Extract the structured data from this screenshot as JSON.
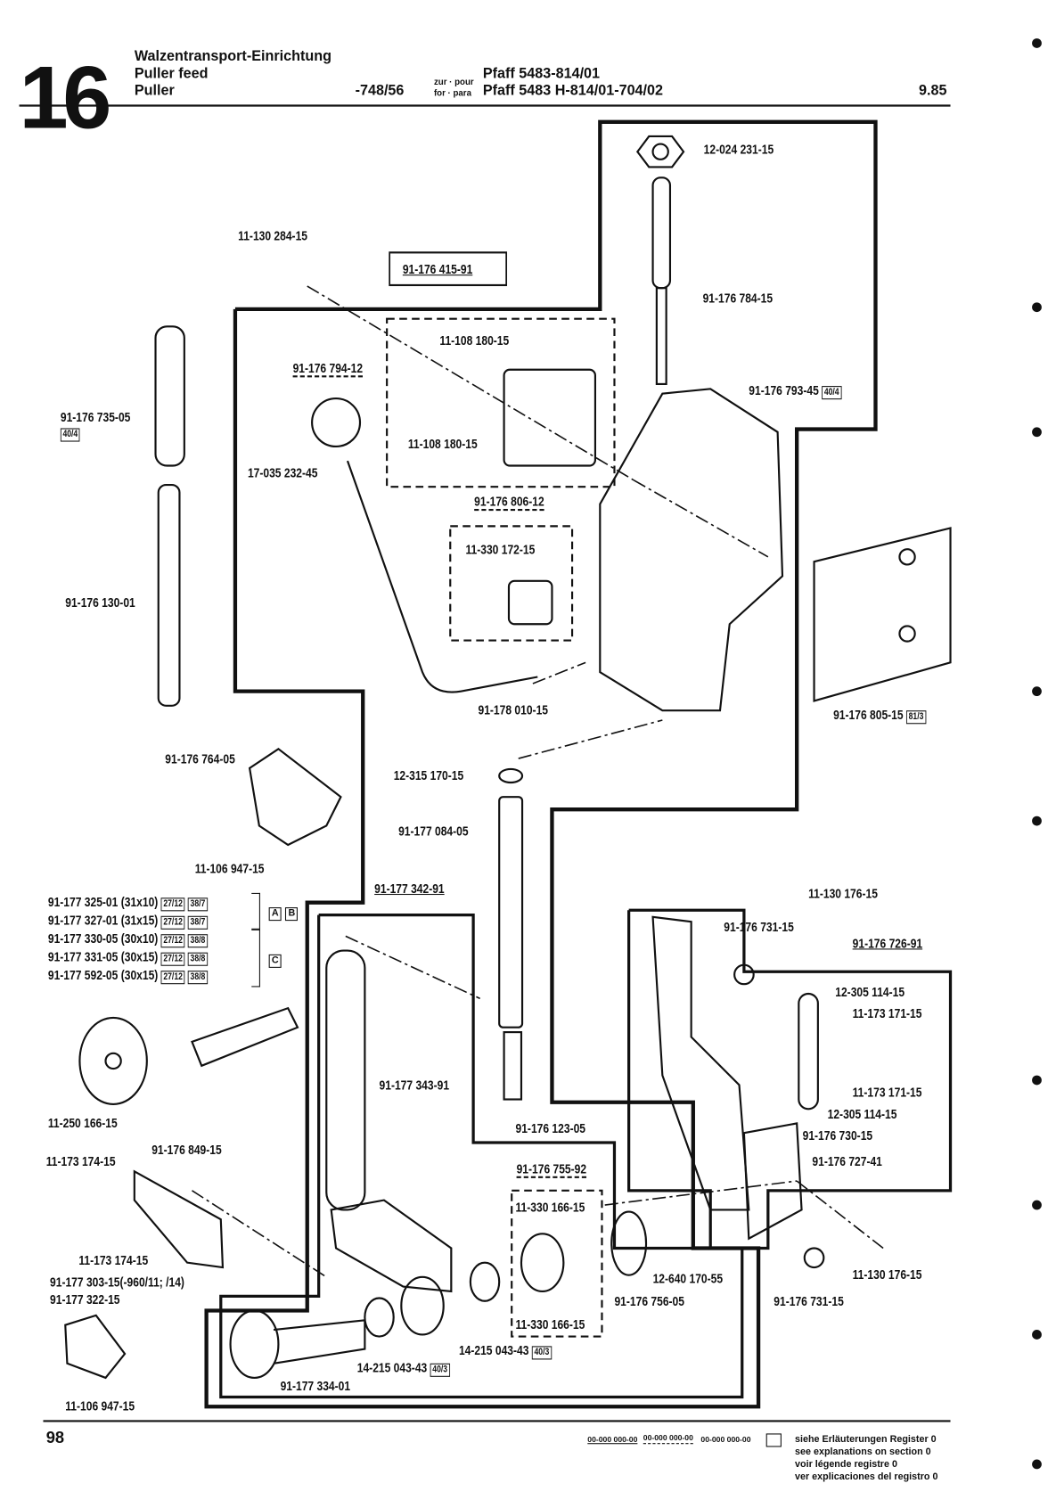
{
  "header": {
    "section_number": "16",
    "title_de": "Walzentransport-Einrichtung",
    "title_en": "Puller feed",
    "title_fr": "Puller",
    "serial": "-748/56",
    "zur_pour": "zur · pour",
    "for_para": "for · para",
    "model_1": "Pfaff 5483-814/01",
    "model_2": "Pfaff 5483 H-814/01-704/02",
    "date": "9.85"
  },
  "labels": [
    "12-024 231-15",
    "11-130 284-15",
    "91-176 784-15",
    "11-108 180-15",
    "11-108 180-15",
    "17-035 232-45",
    "11-330 172-15",
    "91-176 130-01",
    "91-178 010-15",
    "91-176 764-05",
    "12-315 170-15",
    "91-177 084-05",
    "11-106 947-15",
    "11-130 176-15",
    "91-176 731-15",
    "12-305 114-15",
    "11-173 171-15",
    "91-177 343-91",
    "11-173 171-15",
    "12-305 114-15",
    "11-250 166-15",
    "91-176 123-05",
    "91-176 730-15",
    "91-176 849-15",
    "11-173 174-15",
    "91-176 727-41",
    "11-330 166-15",
    "11-173 174-15",
    "12-640 170-55",
    "11-130 176-15",
    "91-177 303-15(-960/11; /14)",
    "91-177 322-15",
    "91-176 756-05",
    "91-176 731-15",
    "11-330 166-15",
    "91-177 334-01",
    "11-106 947-15"
  ],
  "assemblies": {
    "a1": "91-176 415-91",
    "a2": "91-176 794-12",
    "a3": "91-176 806-12",
    "a4": "91-177 342-91",
    "a5": "91-176 726-91",
    "a6": "91-176 755-92"
  },
  "refs": {
    "r735": {
      "part": "91-176 735-05",
      "ref": "40/4"
    },
    "r793": {
      "part": "91-176 793-45",
      "ref": "40/4"
    },
    "r805": {
      "part": "91-176 805-15",
      "ref": "81/3"
    },
    "r14a": {
      "part": "14-215 043-43",
      "ref": "40/3"
    },
    "r14b": {
      "part": "14-215 043-43",
      "ref": "40/3"
    }
  },
  "roller_table": {
    "rows": [
      {
        "part": "91-177 325-01",
        "size": "(31x10)",
        "ref1": "27/12",
        "ref2": "38/7"
      },
      {
        "part": "91-177 327-01",
        "size": "(31x15)",
        "ref1": "27/12",
        "ref2": "38/7"
      },
      {
        "part": "91-177 330-05",
        "size": "(30x10)",
        "ref1": "27/12",
        "ref2": "38/8"
      },
      {
        "part": "91-177 331-05",
        "size": "(30x15)",
        "ref1": "27/12",
        "ref2": "38/8"
      },
      {
        "part": "91-177 592-05",
        "size": "(30x15)",
        "ref1": "27/12",
        "ref2": "38/8"
      }
    ],
    "group_ab": [
      "A",
      "B"
    ],
    "group_c": "C"
  },
  "footer": {
    "page": "98",
    "legend_solid": "00-000 000-00",
    "legend_dashed": "00-000 000-00",
    "legend_plain": "00-000 000-00",
    "note_de": "siehe Erläuterungen Register 0",
    "note_en": "see explanations on section 0",
    "note_fr": "voir légende registre 0",
    "note_es": "ver explicaciones del registro 0"
  }
}
